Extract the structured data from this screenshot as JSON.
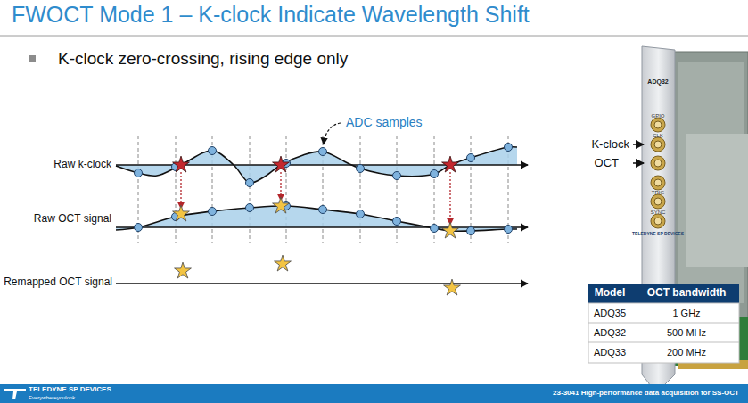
{
  "diagram": {
    "title": "FWOCT Mode 1 – K-clock Indicate Wavelength Shift",
    "nodes": [
      {
        "text": [
          "TELEDYNE SP DEVICES",
          "Everywhereyoulook",
          "23-3041 High-performance data acquisition for SS-OCT"
        ]
      }
    ],
    "labels": [
      "K-clock zero-crossing, rising edge only",
      "ADC samples",
      "Raw k-clock",
      "Raw OCT signal",
      "Remapped OCT signal",
      "K-clock",
      "OCT",
      "ADQ32",
      "GPIO",
      "CLK",
      "TRIG",
      "SYNC",
      "TELEDYNE SP DEVICES",
      "Model",
      "OCT bandwidth",
      "ADQ35",
      "1 GHz",
      "ADQ32",
      "500 MHz",
      "ADQ33",
      "200 MHz"
    ]
  }
}
